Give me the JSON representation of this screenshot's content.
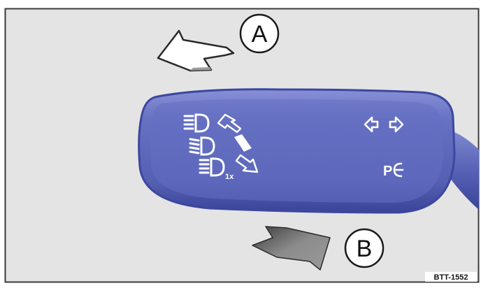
{
  "diagram": {
    "callouts": {
      "a_label": "A",
      "b_label": "B"
    },
    "reference_code": "BTT-1552",
    "stalk_symbols": {
      "high_beam_on": "high-beam-icon",
      "low_beam": "low-beam-icon",
      "headlight_flasher": "headlight-flasher-icon",
      "flasher_subscript": "1x",
      "turn_signals": "turn-signal-arrows-icon",
      "parking_light_label": "P",
      "parking_light_icon": "parking-light-icon"
    },
    "colors": {
      "background": "#e4e4e4",
      "frame": "#3a3a3a",
      "stalk_body": "#5e69b9",
      "stalk_edge": "#3d47a0",
      "stalk_light": "#8a94d8",
      "arrow_light": "#ffffff",
      "arrow_dark": "#8a8a8a",
      "symbols": "#ffffff"
    }
  }
}
